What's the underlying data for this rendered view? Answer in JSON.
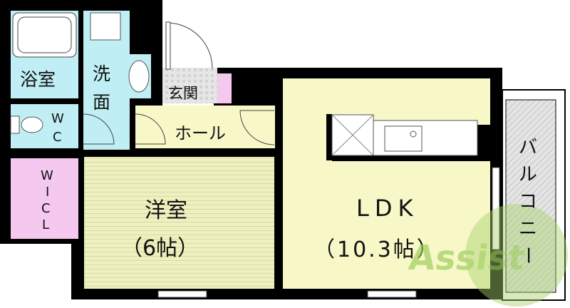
{
  "rooms": {
    "bath": "浴室",
    "washroom_1": "洗",
    "washroom_2": "面",
    "wc_1": "W",
    "wc_2": "C",
    "entrance": "玄関",
    "hall": "ホール",
    "western_room": "洋室",
    "western_room_size": "（6帖）",
    "wic_1": "W",
    "wic_2": "I",
    "wic_3": "C",
    "wic_4": "L",
    "ldk": "LDK",
    "ldk_size": "（10.3帖）",
    "balcony": [
      "バ",
      "ル",
      "コ",
      "ニ",
      "ー"
    ]
  },
  "watermark": "Assist",
  "colors": {
    "wet_area": "#bfeef5",
    "living": "#f7f7c8",
    "western": "#eef0c0",
    "closet": "#f5c8ef",
    "entrance": "#dcdcdc",
    "wall": "#000000",
    "logo_green": "#a8d26a"
  }
}
